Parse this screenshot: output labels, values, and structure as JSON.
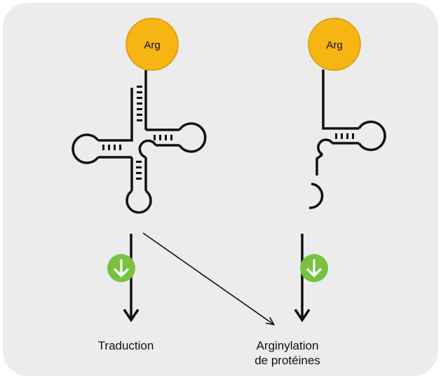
{
  "left_trna": {
    "amino_acid_label": "Arg"
  },
  "right_trna": {
    "amino_acid_label": "Arg"
  },
  "captions": {
    "translation": "Traduction",
    "arginylation_line1": "Arginylation",
    "arginylation_line2": "de protéines"
  },
  "colors": {
    "background_panel": "#ececec",
    "amino_acid_fill": "#f7b514",
    "amino_acid_stroke": "#d99a0a",
    "ink": "#111111",
    "badge_green": "#79c143"
  },
  "icons": [
    "down-arrow-badge-icon",
    "down-arrow-badge-icon"
  ]
}
